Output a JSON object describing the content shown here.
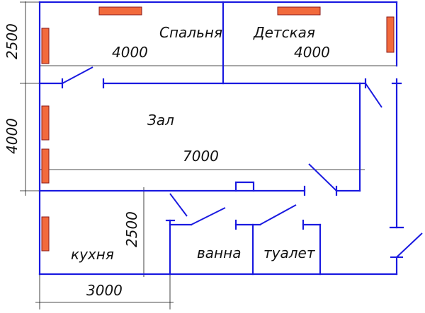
{
  "colors": {
    "wall": "#1a1ae0",
    "dimension": "#111111",
    "radiator_fill": "#f26a3c",
    "radiator_stroke": "#8a1a1a",
    "background": "#ffffff"
  },
  "rooms": {
    "bedroom": "Спальня",
    "kids_room": "Детская",
    "hall": "Зал",
    "kitchen": "кухня",
    "bathroom": "ванна",
    "toilet": "туалет"
  },
  "dimensions": {
    "bedroom_height": "2500",
    "bedroom_width": "4000",
    "kids_room_width": "4000",
    "hall_height": "4000",
    "hall_width": "7000",
    "kitchen_height": "2500",
    "kitchen_width": "3000"
  }
}
